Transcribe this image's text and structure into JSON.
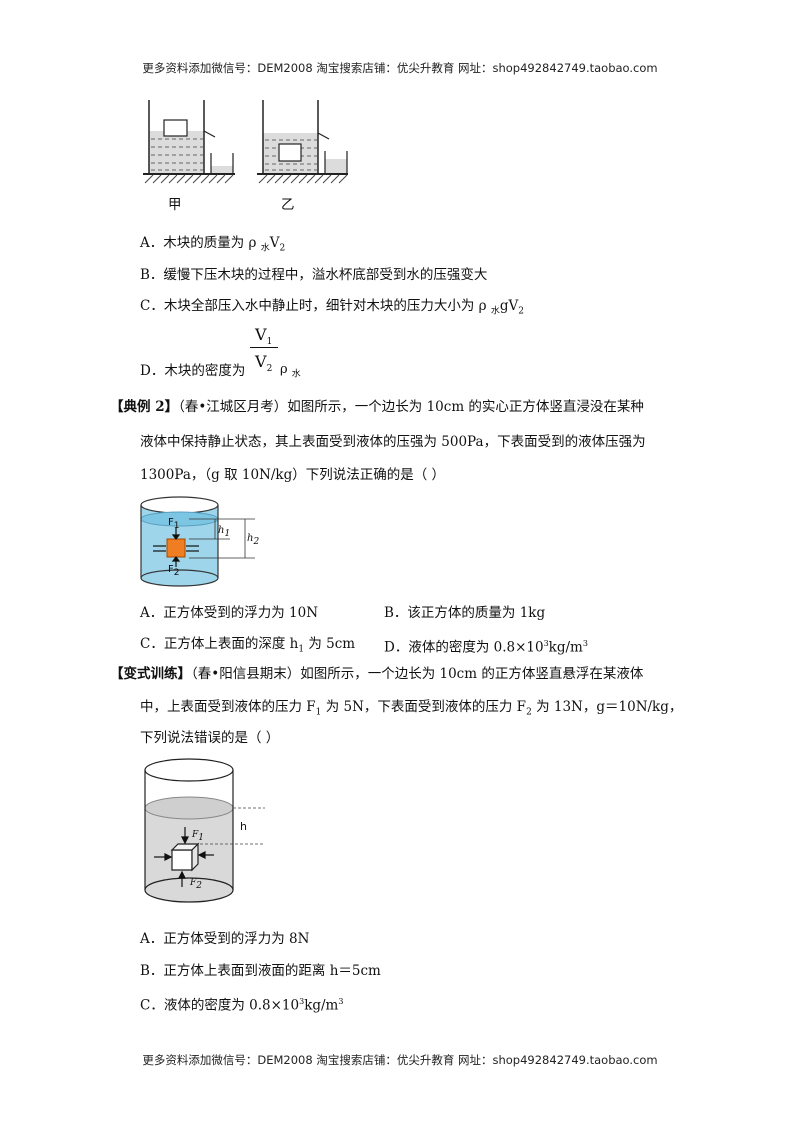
{
  "header": {
    "text": "更多资料添加微信号：DEM2008    淘宝搜索店铺：优尖升教育  网址：shop492842749.taobao.com"
  },
  "footer": {
    "text": "更多资料添加微信号：DEM2008    淘宝搜索店铺：优尖升教育  网址：shop492842749.taobao.com"
  },
  "figure1": {
    "label_left": "甲",
    "label_right": "乙"
  },
  "q1": {
    "optA_pre": "A．木块的质量为 ρ ",
    "optA_sub": "水",
    "optA_post": "V",
    "optA_sub2": "2",
    "optB": "B．缓慢下压木块的过程中，溢水杯底部受到水的压强变大",
    "optC_pre": "C．木块全部压入水中静止时，细针对木块的压力大小为 ρ ",
    "optC_sub": "水",
    "optC_post": "gV",
    "optC_sub2": "2",
    "optD_pre": "D．木块的密度为",
    "frac_num": "V",
    "frac_num_sub": "1",
    "frac_den": "V",
    "frac_den_sub": "2",
    "frac_rho": "ρ ",
    "frac_rho_sub": "水"
  },
  "example2": {
    "tag": "【典例 2】",
    "line1": "（春•江城区月考）如图所示，一个边长为 10cm 的实心正方体竖直浸没在某种",
    "line2": "液体中保持静止状态，其上表面受到液体的压强为 500Pa，下表面受到的液体压强为",
    "line3": "1300Pa，（g 取 10N/kg）下列说法正确的是（        ）",
    "fig_F1": "F",
    "fig_F1_sub": "1",
    "fig_F2": "F",
    "fig_F2_sub": "2",
    "fig_h1": "h",
    "fig_h1_sub": "1",
    "fig_h2": "h",
    "fig_h2_sub": "2",
    "optA": "A．正方体受到的浮力为 10N",
    "optB": "B．该正方体的质量为 1kg",
    "optC_pre": "C．正方体上表面的深度 h",
    "optC_sub": "1",
    "optC_post": " 为 5cm",
    "optD_pre": "D．液体的密度为 0.8×10",
    "optD_sup": "3",
    "optD_mid": "kg/m",
    "optD_sup2": "3"
  },
  "variant": {
    "tag": "【变式训练】",
    "line1": "（春•阳信县期末）如图所示，一个边长为 10cm 的正方体竖直悬浮在某液体",
    "line2_a": "中，上表面受到液体的压力 F",
    "line2_sub1": "1",
    "line2_b": " 为 5N，下表面受到液体的压力 F",
    "line2_sub2": "2",
    "line2_c": " 为 13N，g＝10N/kg，",
    "line3": "下列说法错误的是（        ）",
    "fig_h": "h",
    "fig_F1": "F",
    "fig_F1_sub": "1",
    "fig_F2": "F",
    "fig_F2_sub": "2",
    "optA": "A．正方体受到的浮力为 8N",
    "optB": "B．正方体上表面到液面的距离 h＝5cm",
    "optC_pre": "C．液体的密度为 0.8×10",
    "optC_sup": "3",
    "optC_mid": "kg/m",
    "optC_sup2": "3"
  }
}
